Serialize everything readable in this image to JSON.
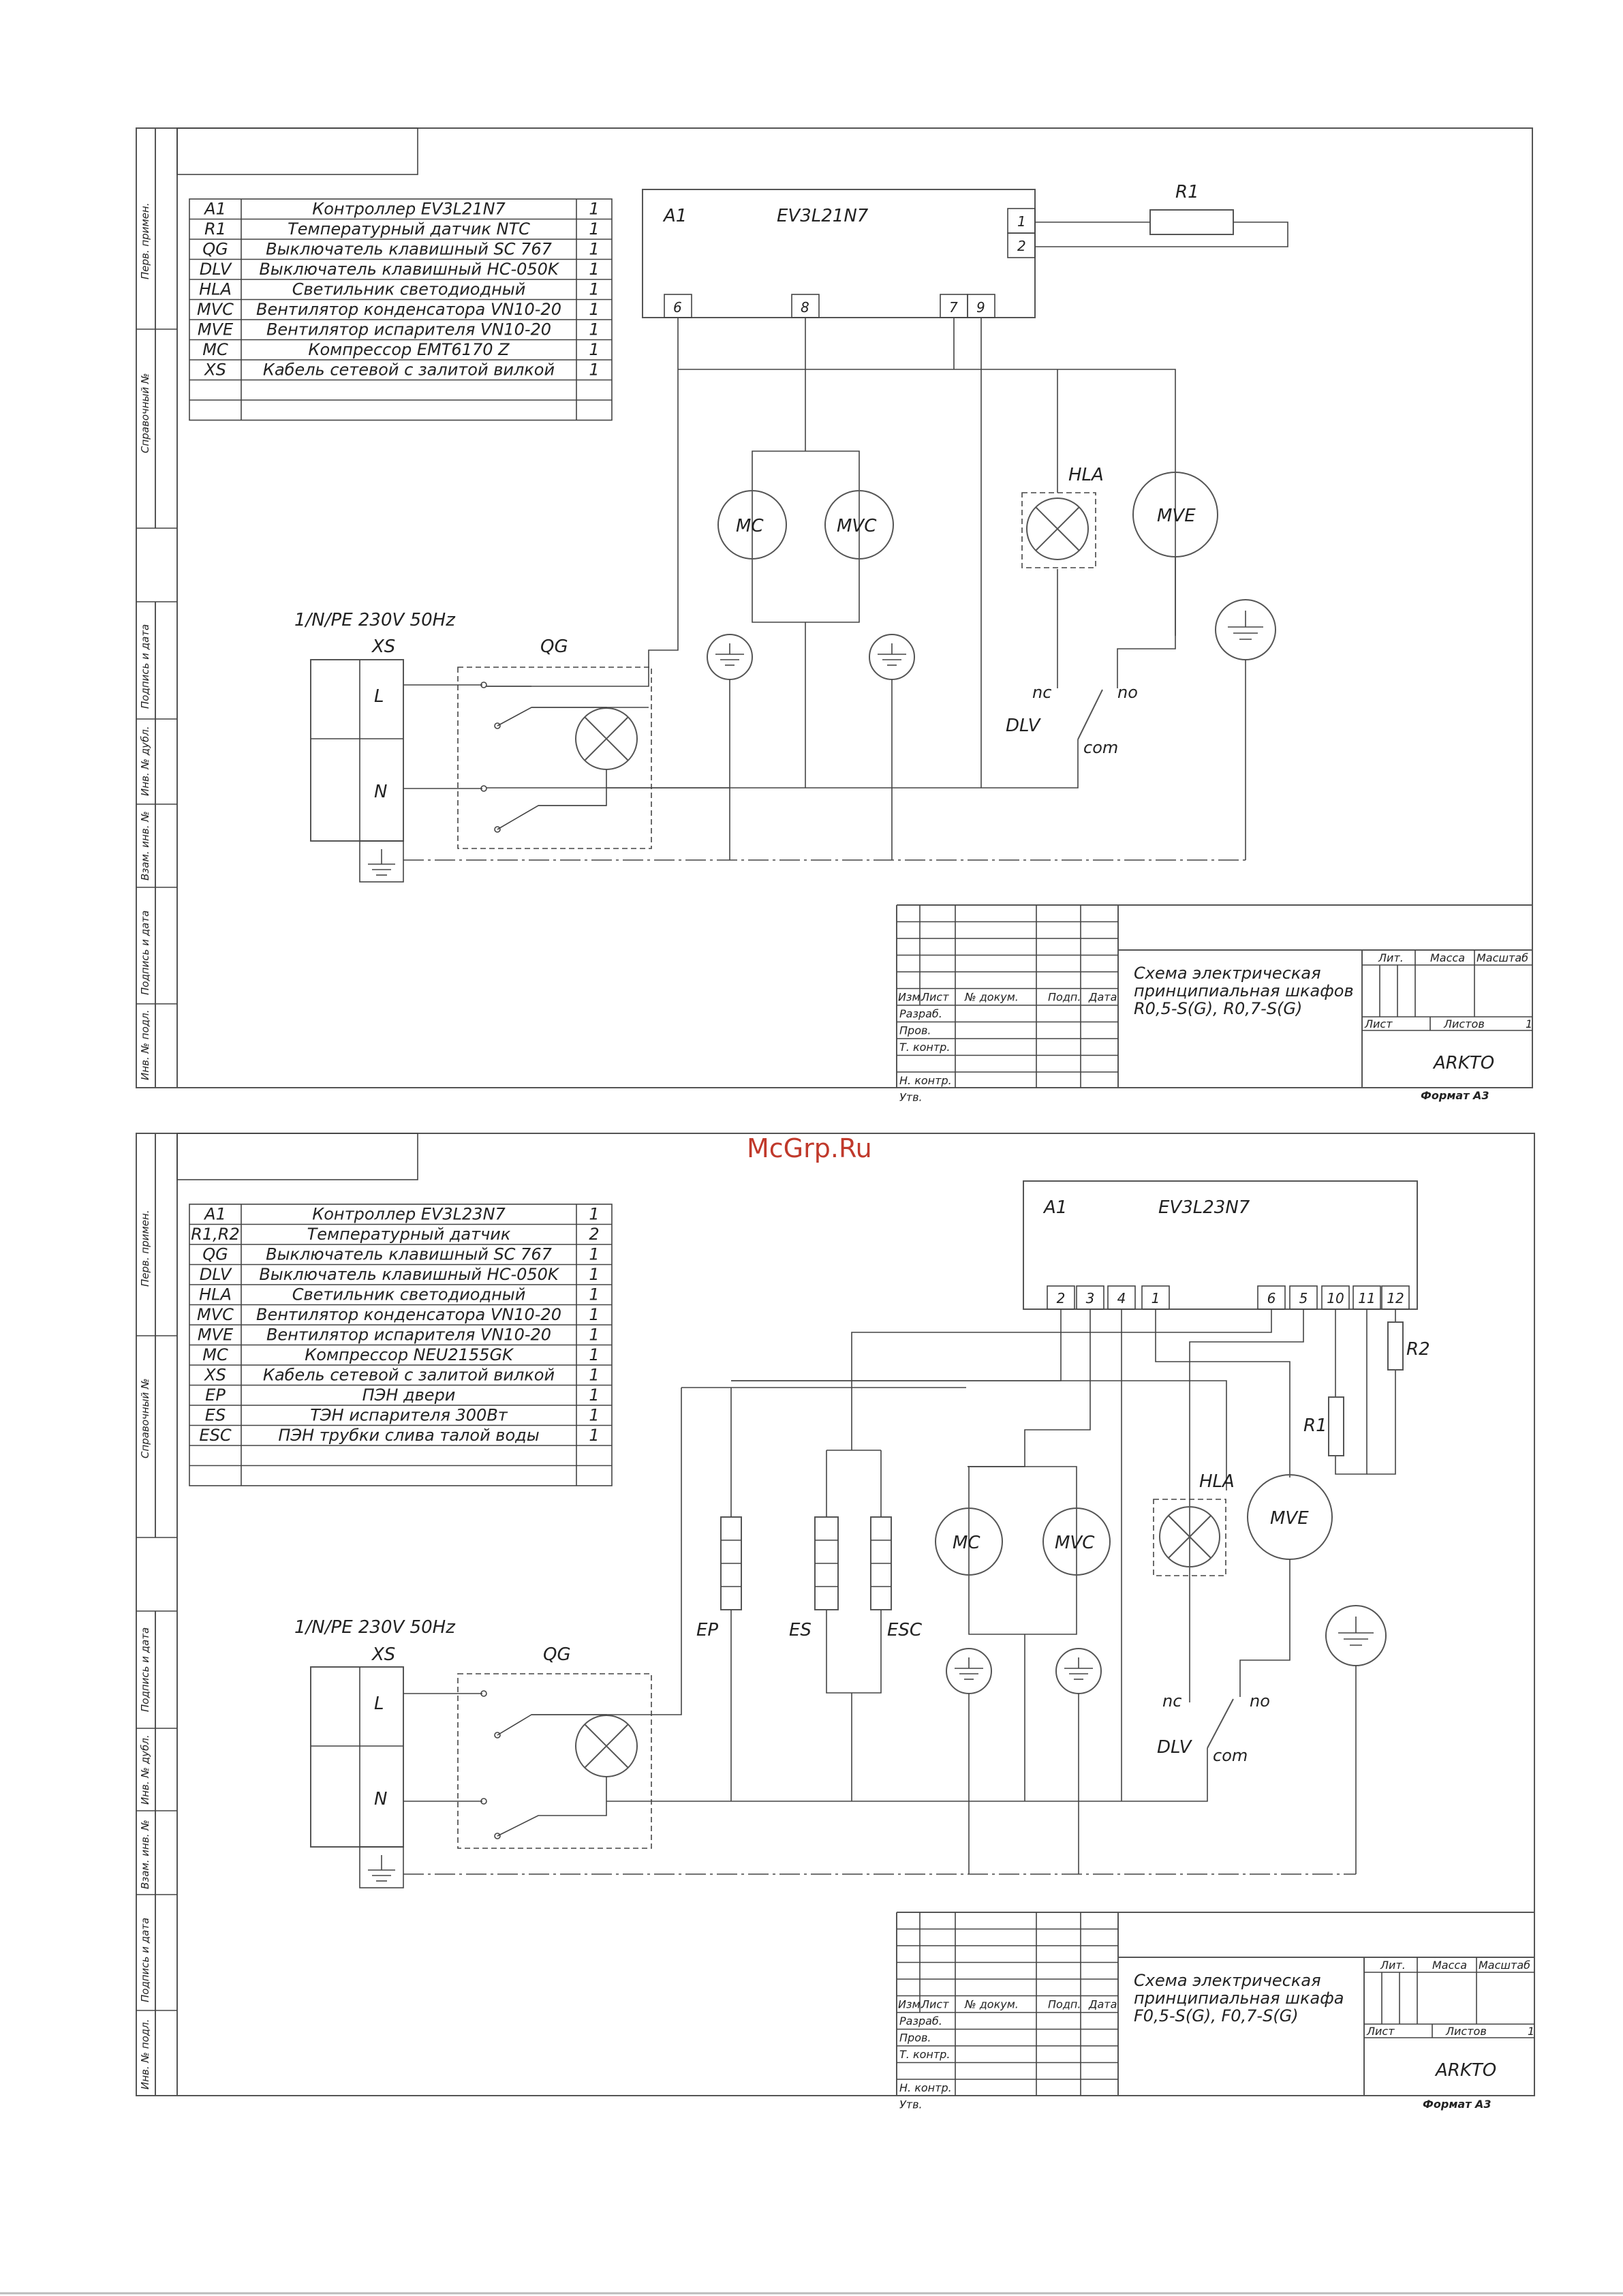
{
  "watermark": "McGrp.Ru",
  "side_labels": [
    "Перв. примен.",
    "Справочный №",
    "Подпись и дата",
    "Инв. № дубл.",
    "Взам. инв. №",
    "Подпись и дата",
    "Инв. № подл."
  ],
  "sheet1": {
    "components": [
      {
        "ref": "A1",
        "name": "Контроллер EV3L21N7",
        "qty": "1"
      },
      {
        "ref": "R1",
        "name": "Температурный датчик NTC",
        "qty": "1"
      },
      {
        "ref": "QG",
        "name": "Выключатель клавишный SC 767",
        "qty": "1"
      },
      {
        "ref": "DLV",
        "name": "Выключатель клавишный HC-050K",
        "qty": "1"
      },
      {
        "ref": "HLA",
        "name": "Светильник светодиодный",
        "qty": "1"
      },
      {
        "ref": "MVC",
        "name": "Вентилятор конденсатора VN10-20",
        "qty": "1"
      },
      {
        "ref": "MVE",
        "name": "Вентилятор испарителя VN10-20",
        "qty": "1"
      },
      {
        "ref": "MC",
        "name": "Компрессор EMT6170 Z",
        "qty": "1"
      },
      {
        "ref": "XS",
        "name": "Кабель сетевой с залитой вилкой",
        "qty": "1"
      }
    ],
    "controller": {
      "ref": "A1",
      "model": "EV3L21N7",
      "pins": [
        "6",
        "8",
        "7",
        "9",
        "1",
        "2"
      ]
    },
    "r1": "R1",
    "supply": "1/N/PE 230V 50Hz",
    "xs": "XS",
    "qg": "QG",
    "l": "L",
    "n": "N",
    "mc": "MC",
    "mvc": "MVC",
    "mve": "MVE",
    "hla": "HLA",
    "dlv": "DLV",
    "nc": "nc",
    "no": "no",
    "com": "com",
    "title_block": {
      "headers": [
        "Изм.",
        "Лист",
        "№ докум.",
        "Подп.",
        "Дата"
      ],
      "rows": [
        "Разраб.",
        "Пров.",
        "Т. контр.",
        "",
        "Н. контр.",
        "Утв."
      ],
      "title": [
        "Схема электрическая",
        "принципиальная шкафов",
        "R0,5-S(G),  R0,7-S(G)"
      ],
      "lit": "Лит.",
      "mass": "Масса",
      "scale": "Масштаб",
      "sheet": "Лист",
      "sheets": "Листов",
      "sheets_count": "1",
      "company": "ARKTO"
    },
    "format": "Формат А3"
  },
  "sheet2": {
    "components": [
      {
        "ref": "A1",
        "name": "Контроллер EV3L23N7",
        "qty": "1"
      },
      {
        "ref": "R1,R2",
        "name": "Температурный датчик",
        "qty": "2"
      },
      {
        "ref": "QG",
        "name": "Выключатель клавишный SC 767",
        "qty": "1"
      },
      {
        "ref": "DLV",
        "name": "Выключатель клавишный HC-050K",
        "qty": "1"
      },
      {
        "ref": "HLA",
        "name": "Светильник светодиодный",
        "qty": "1"
      },
      {
        "ref": "MVC",
        "name": "Вентилятор конденсатора VN10-20",
        "qty": "1"
      },
      {
        "ref": "MVE",
        "name": "Вентилятор испарителя VN10-20",
        "qty": "1"
      },
      {
        "ref": "MC",
        "name": "Компрессор NEU2155GK",
        "qty": "1"
      },
      {
        "ref": "XS",
        "name": "Кабель сетевой с залитой вилкой",
        "qty": "1"
      },
      {
        "ref": "EP",
        "name": "ПЭН двери",
        "qty": "1"
      },
      {
        "ref": "ES",
        "name": "ТЭН испарителя   300Вт",
        "qty": "1"
      },
      {
        "ref": "ESC",
        "name": "ПЭН трубки слива талой воды",
        "qty": "1"
      }
    ],
    "controller": {
      "ref": "A1",
      "model": "EV3L23N7",
      "pins": [
        "2",
        "3",
        "4",
        "1",
        "6",
        "5",
        "10",
        "11",
        "12"
      ]
    },
    "r1": "R1",
    "r2": "R2",
    "supply": "1/N/PE 230V 50Hz",
    "xs": "XS",
    "qg": "QG",
    "l": "L",
    "n": "N",
    "ep": "EP",
    "es": "ES",
    "esc": "ESC",
    "mc": "MC",
    "mvc": "MVC",
    "mve": "MVE",
    "hla": "HLA",
    "dlv": "DLV",
    "nc": "nc",
    "no": "no",
    "com": "com",
    "title_block": {
      "headers": [
        "Изм.",
        "Лист",
        "№ докум.",
        "Подп.",
        "Дата"
      ],
      "rows": [
        "Разраб.",
        "Пров.",
        "Т. контр.",
        "",
        "Н. контр.",
        "Утв."
      ],
      "title": [
        "Схема электрическая",
        "принципиальная шкафа",
        "F0,5-S(G),  F0,7-S(G)"
      ],
      "lit": "Лит.",
      "mass": "Масса",
      "scale": "Масштаб",
      "sheet": "Лист",
      "sheets": "Листов",
      "sheets_count": "1",
      "company": "ARKTO"
    },
    "format": "Формат А3"
  }
}
